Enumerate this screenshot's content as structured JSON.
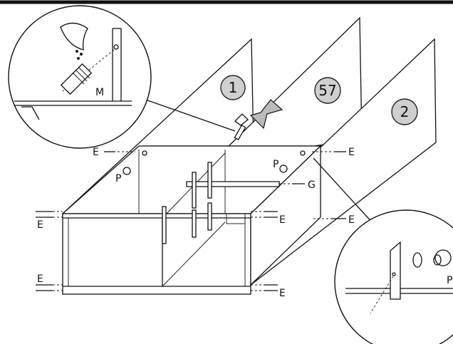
{
  "step": "57",
  "panels": {
    "left": "1",
    "right": "2"
  },
  "labels": {
    "E": "E",
    "P": "P",
    "M": "M",
    "G": "G"
  }
}
